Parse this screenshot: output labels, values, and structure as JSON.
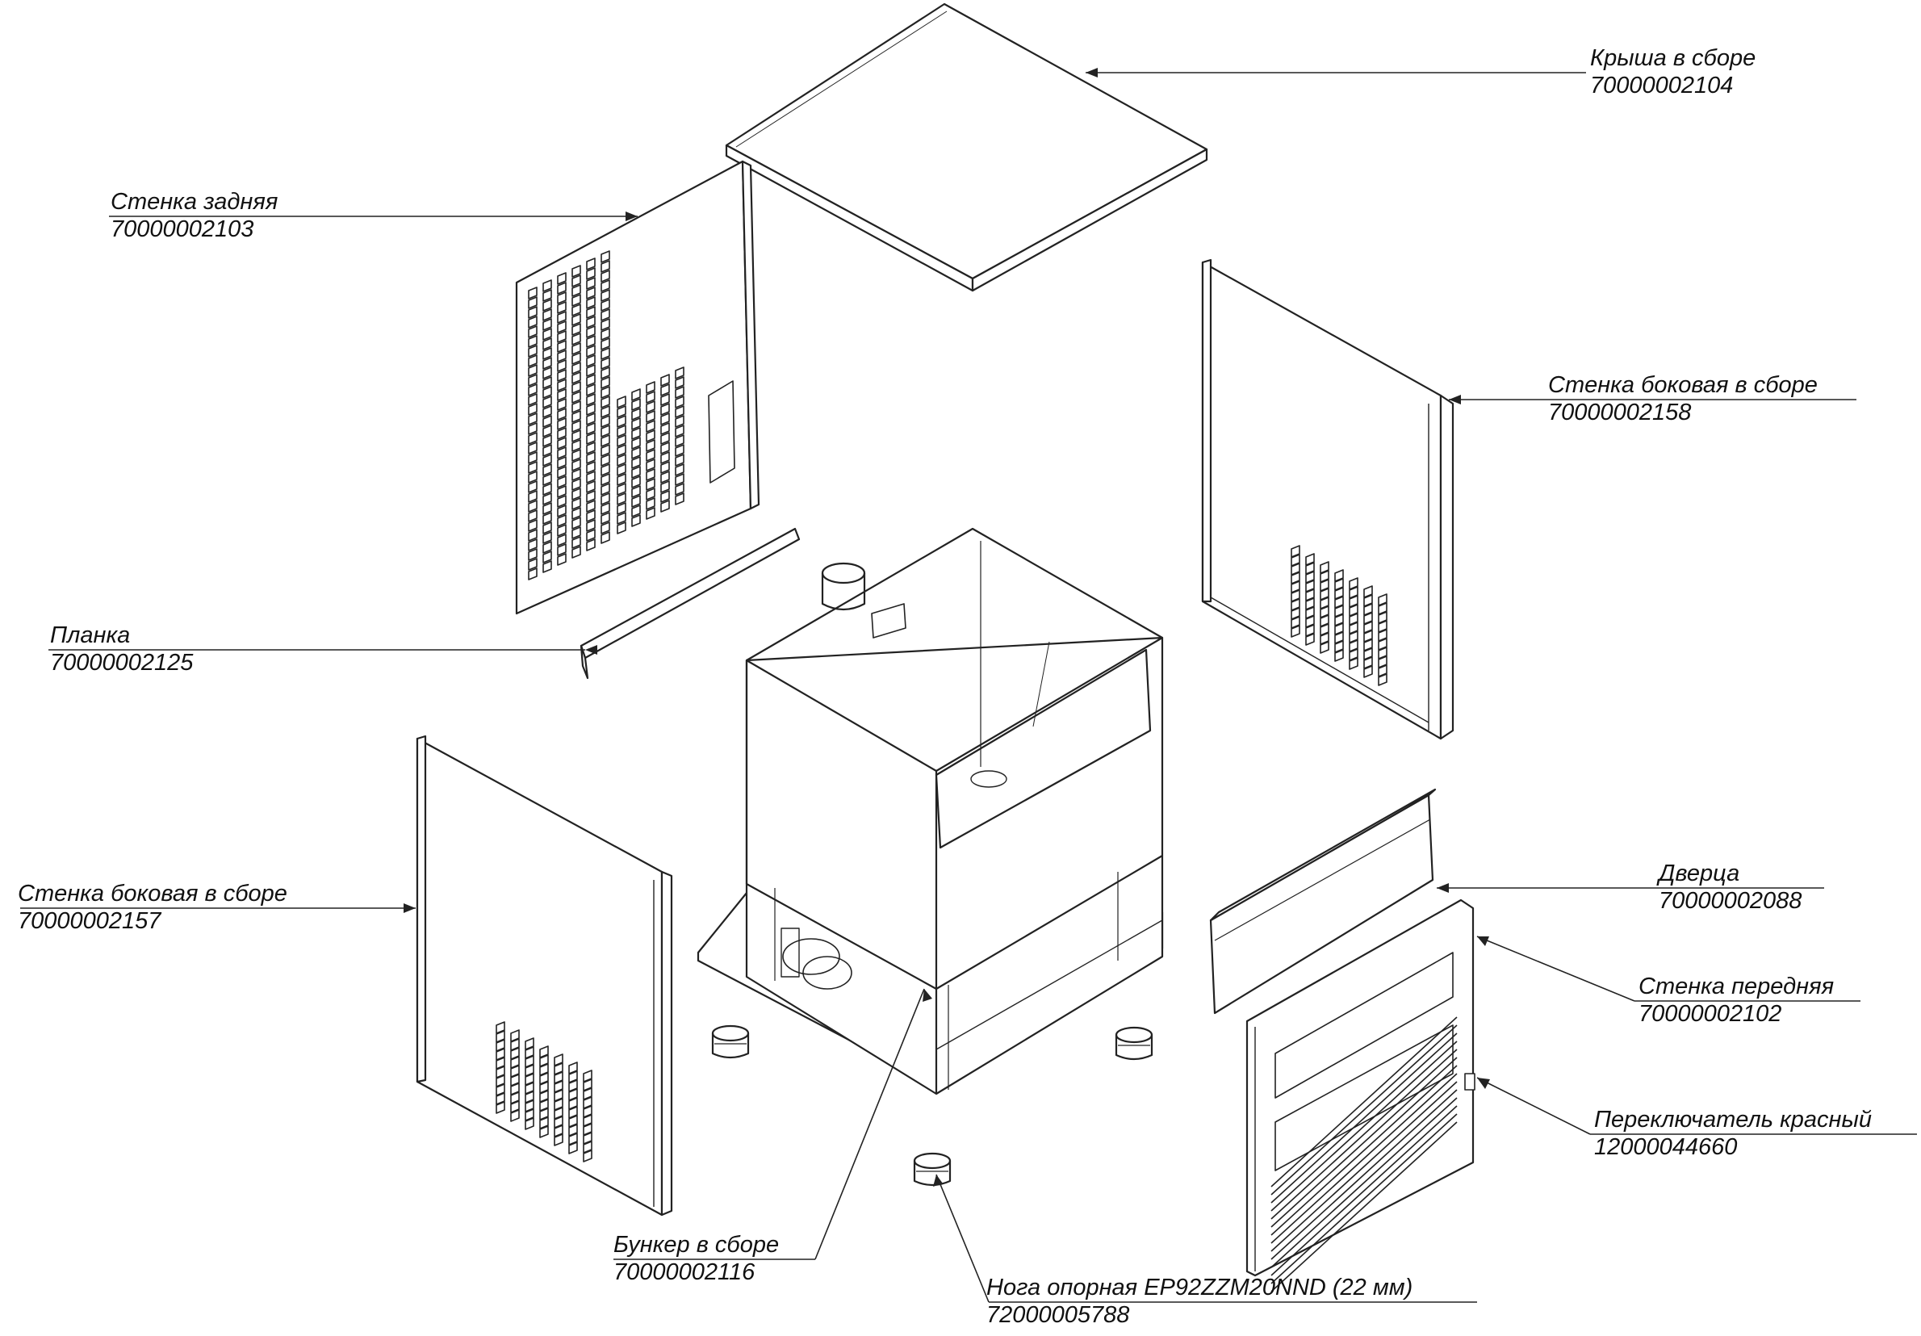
{
  "callouts": {
    "roof": {
      "name": "Крыша в сборе",
      "code": "70000002104"
    },
    "back_wall": {
      "name": "Стенка задняя",
      "code": "70000002103"
    },
    "side_right": {
      "name": "Стенка боковая в сборе",
      "code": "70000002158"
    },
    "plank": {
      "name": "Планка",
      "code": "70000002125"
    },
    "side_left": {
      "name": "Стенка боковая в сборе",
      "code": "70000002157"
    },
    "door": {
      "name": "Дверца",
      "code": "70000002088"
    },
    "front_wall": {
      "name": "Стенка передняя",
      "code": "70000002102"
    },
    "switch": {
      "name": "Переключатель красный",
      "code": "12000044660"
    },
    "bunker": {
      "name": "Бункер в сборе",
      "code": "70000002116"
    },
    "foot": {
      "name": "Нога опорная EP92ZZM20NND (22 мм)",
      "code": "72000005788"
    }
  },
  "colors": {
    "line": "#222222",
    "panel": "#ffffff",
    "louver": "#333333"
  }
}
